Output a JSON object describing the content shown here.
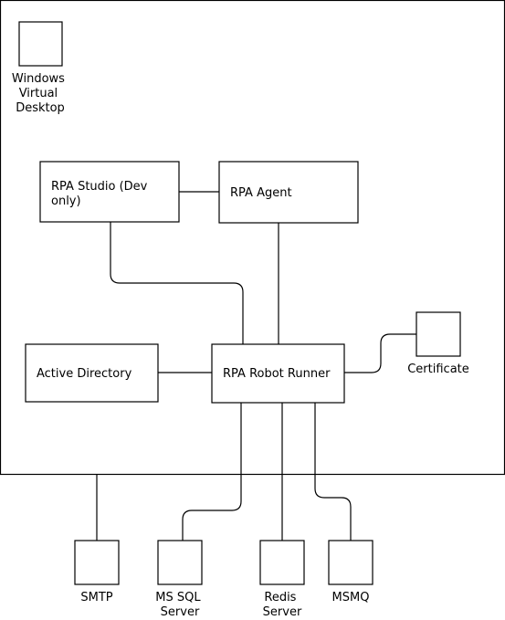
{
  "diagram": {
    "container_label": [
      "Windows",
      "Virtual",
      "Desktop"
    ],
    "nodes": {
      "rpa_studio": {
        "label": [
          "RPA Studio (Dev",
          "only)"
        ]
      },
      "rpa_agent": {
        "label": [
          "RPA Agent"
        ]
      },
      "active_directory": {
        "label": [
          "Active Directory"
        ]
      },
      "rpa_robot_runner": {
        "label": [
          "RPA Robot Runner"
        ]
      },
      "certificate": {
        "label": [
          "Certificate"
        ]
      },
      "smtp": {
        "label": [
          "SMTP"
        ]
      },
      "ms_sql_server": {
        "label": [
          "MS SQL",
          "Server"
        ]
      },
      "redis_server": {
        "label": [
          "Redis",
          "Server"
        ]
      },
      "msmq": {
        "label": [
          "MSMQ"
        ]
      }
    },
    "edges": [
      {
        "from": "rpa_studio",
        "to": "rpa_agent"
      },
      {
        "from": "rpa_studio",
        "to": "rpa_robot_runner"
      },
      {
        "from": "rpa_agent",
        "to": "rpa_robot_runner"
      },
      {
        "from": "active_directory",
        "to": "rpa_robot_runner"
      },
      {
        "from": "rpa_robot_runner",
        "to": "certificate"
      },
      {
        "from": "rpa_robot_runner",
        "to": "ms_sql_server"
      },
      {
        "from": "rpa_robot_runner",
        "to": "redis_server"
      },
      {
        "from": "rpa_robot_runner",
        "to": "msmq"
      },
      {
        "from": "windows_virtual_desktop",
        "to": "smtp"
      }
    ]
  }
}
